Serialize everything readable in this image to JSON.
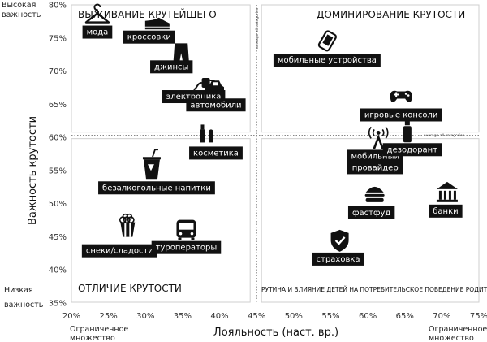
{
  "chart_data": {
    "type": "scatter",
    "xlabel": "Лояльность (наст. вр.)",
    "ylabel": "Важность крутости",
    "xlim": [
      20,
      75
    ],
    "ylim": [
      35,
      80
    ],
    "x_ticks": [
      "20%",
      "25%",
      "30%",
      "35%",
      "40%",
      "45%",
      "50%",
      "55%",
      "60%",
      "65%",
      "70%",
      "75%"
    ],
    "y_ticks": [
      "35%",
      "40%",
      "45%",
      "50%",
      "55%",
      "60%",
      "65%",
      "70%",
      "75%",
      "80%"
    ],
    "x_low_note": [
      "Ограниченное",
      "множество"
    ],
    "x_high_note": [
      "Ограниченное",
      "множество"
    ],
    "y_high_note": [
      "Высокая",
      "важность"
    ],
    "y_low_note": [
      "Низкая",
      "важность"
    ],
    "average_x": 45,
    "average_y": 60.3,
    "average_label": "average all categories",
    "grid": false,
    "quadrants": {
      "top_left": "ВЫЖИВАНИЕ КРУТЕЙШЕГО",
      "top_right": "ДОМИНИРОВАНИЕ КРУТОСТИ",
      "bottom_left": "ОТЛИЧИЕ КРУТОСТИ",
      "bottom_right": "РУТИНА И ВЛИЯНИЕ ДЕТЕЙ НА ПОТРЕБИТЕЛЬСКОЕ ПОВЕДЕНИЕ РОДИТЕЛЕЙ"
    },
    "points": [
      {
        "label": "мода",
        "x": 23.5,
        "y": 76.5,
        "icon": "hanger-icon"
      },
      {
        "label": "кроссовки",
        "x": 30.5,
        "y": 75.5,
        "icon": "sneaker-icon"
      },
      {
        "label": "джинсы",
        "x": 33.5,
        "y": 71.5,
        "icon": "jeans-icon"
      },
      {
        "label": "электроника",
        "x": 36.5,
        "y": 67.0,
        "icon": "plug-icon"
      },
      {
        "label": "автомобили",
        "x": 39.5,
        "y": 65.5,
        "icon": "car-icon"
      },
      {
        "label": "мобильные устройства",
        "x": 54.5,
        "y": 72.0,
        "icon": "phone-icon"
      },
      {
        "label": "игровые консоли",
        "x": 64.5,
        "y": 64.0,
        "icon": "gamepad-icon"
      },
      {
        "label": "косметика",
        "x": 39.5,
        "y": 58.0,
        "icon": "cosmetics-icon"
      },
      {
        "label": "безалкогольные напитки",
        "x": 31.5,
        "y": 52.5,
        "icon": "drink-icon"
      },
      {
        "label": "снеки/сладости",
        "x": 26.5,
        "y": 43.5,
        "icon": "popcorn-icon"
      },
      {
        "label": "туроператоры",
        "x": 35.5,
        "y": 43.5,
        "icon": "bus-icon"
      },
      {
        "label": "мобильный провайдер",
        "x": 61.0,
        "y": 58.0,
        "icon": "tower-icon"
      },
      {
        "label": "дезодорант",
        "x": 66.0,
        "y": 59.0,
        "icon": "deodorant-icon"
      },
      {
        "label": "фастфуд",
        "x": 60.5,
        "y": 49.0,
        "icon": "burger-icon"
      },
      {
        "label": "банки",
        "x": 70.5,
        "y": 49.0,
        "icon": "bank-icon"
      },
      {
        "label": "страховка",
        "x": 56.0,
        "y": 42.0,
        "icon": "shield-check-icon"
      }
    ]
  }
}
